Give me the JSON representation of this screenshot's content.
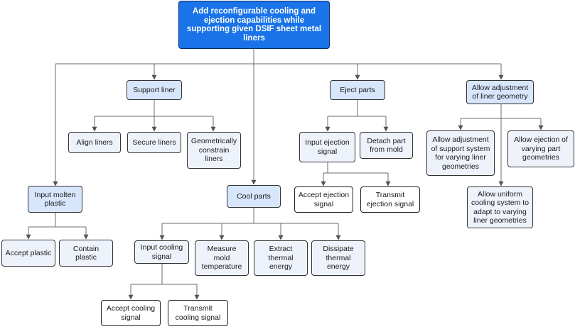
{
  "nodes": {
    "root": "Add reconfigurable cooling and ejection capabilities while supporting given DSIF sheet metal liners",
    "support_liner": "Support liner",
    "eject_parts": "Eject parts",
    "allow_adjust_geometry": "Allow adjustment of liner geometry",
    "align_liners": "Align liners",
    "secure_liners": "Secure liners",
    "geom_constrain": "Geometrically constrain liners",
    "input_ejection": "Input ejection signal",
    "detach_part": "Detach part from mold",
    "allow_adjust_support": "Allow adjustment of support system for varying liner geometries",
    "allow_ejection_varying": "Allow ejection of varying part geometries",
    "accept_ejection": "Accept ejection signal",
    "transmit_ejection": "Transmit ejection signal",
    "allow_uniform_cooling": "Allow uniform cooling system to adapt to varying liner geometries",
    "input_molten": "Input molten plastic",
    "cool_parts": "Cool parts",
    "accept_plastic": "Accept plastic",
    "contain_plastic": "Contain plastic",
    "input_cooling": "Input cooling signal",
    "measure_temp": "Measure mold temperature",
    "extract_thermal": "Extract thermal energy",
    "dissipate_thermal": "Dissipate thermal energy",
    "accept_cooling": "Accept cooling signal",
    "transmit_cooling": "Transmit cooling signal"
  },
  "colors": {
    "root_fill": "#1a73e8",
    "mid_fill": "#d7e6fb",
    "light_fill": "#eef3fb",
    "leaf_fill": "#ffffff",
    "edge": "#6b6b6b"
  }
}
